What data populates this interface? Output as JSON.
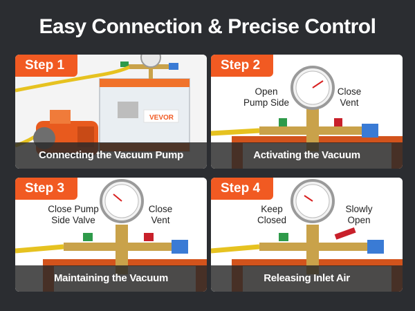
{
  "title": "Easy Connection & Precise Control",
  "panels": [
    {
      "step": "Step 1",
      "caption": "Connecting the Vacuum Pump",
      "brand": "VEVOR"
    },
    {
      "step": "Step 2",
      "caption": "Activating the Vacuum",
      "left_label": [
        "Open",
        "Pump Side"
      ],
      "right_label": [
        "Close",
        "Vent"
      ]
    },
    {
      "step": "Step 3",
      "caption": "Maintaining the Vacuum",
      "left_label": [
        "Close Pump",
        "Side Valve"
      ],
      "right_label": [
        "Close",
        "Vent"
      ]
    },
    {
      "step": "Step 4",
      "caption": "Releasing Inlet Air",
      "left_label": [
        "Keep",
        "Closed"
      ],
      "right_label": [
        "Slowly",
        "Open"
      ]
    }
  ],
  "colors": {
    "accent": "#f15a22",
    "background": "#2b2d31",
    "brass": "#c9a24a",
    "hose": "#e6c220"
  }
}
